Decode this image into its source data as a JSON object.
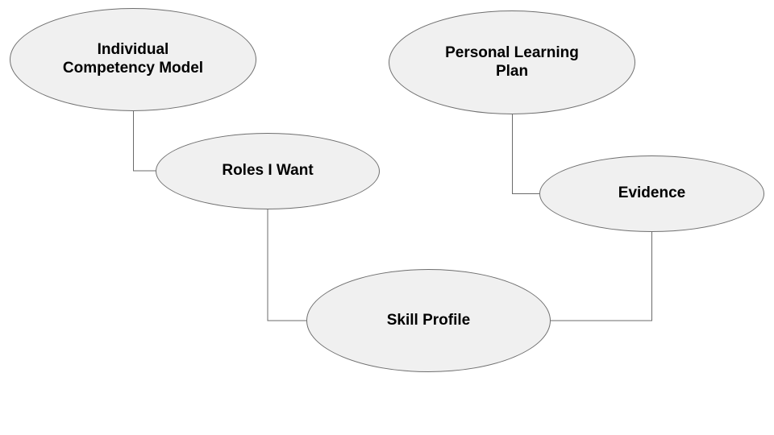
{
  "diagram": {
    "type": "node-link-diagram",
    "background_color": "#ffffff",
    "node_fill_color": "#f0f0f0",
    "node_stroke_color": "#6f6f6f",
    "connector_color": "#6b6b6b",
    "text_color": "#000000",
    "nodes": [
      {
        "id": "individual-competency-model",
        "shape": "ellipse",
        "label": "Individual Competency Model"
      },
      {
        "id": "personal-learning-plan",
        "shape": "ellipse",
        "label": "Personal Learning Plan"
      },
      {
        "id": "roles-i-want",
        "shape": "ellipse",
        "label": "Roles I Want"
      },
      {
        "id": "evidence",
        "shape": "ellipse",
        "label": "Evidence"
      },
      {
        "id": "skill-profile",
        "shape": "ellipse",
        "label": "Skill Profile"
      }
    ],
    "edges": [
      {
        "from": "individual-competency-model",
        "to": "roles-i-want",
        "style": "elbow"
      },
      {
        "from": "personal-learning-plan",
        "to": "evidence",
        "style": "elbow"
      },
      {
        "from": "roles-i-want",
        "to": "skill-profile",
        "style": "elbow"
      },
      {
        "from": "evidence",
        "to": "skill-profile",
        "style": "elbow"
      }
    ]
  }
}
